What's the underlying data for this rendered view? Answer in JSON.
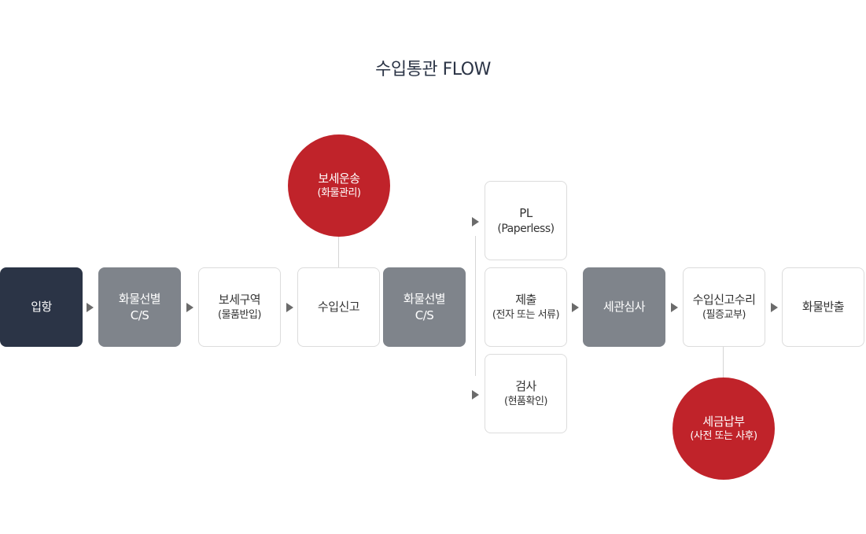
{
  "title": "수입통관 FLOW",
  "steps": {
    "arrival": "입항",
    "cargo_select_1": [
      "화물선별",
      "C/S"
    ],
    "bonded_area": [
      "보세구역",
      "(물품반입)"
    ],
    "import_declaration": "수입신고",
    "cargo_select_2": [
      "화물선별",
      "C/S"
    ],
    "pl": [
      "PL",
      "(Paperless)"
    ],
    "submit": [
      "제출",
      "(전자 또는 서류)"
    ],
    "inspection": [
      "검사",
      "(현품확인)"
    ],
    "customs_review": "세관심사",
    "acceptance": [
      "수입신고수리",
      "(필증교부)"
    ],
    "release": "화물반출"
  },
  "circles": {
    "bonded_transport": [
      "보세운송",
      "(화물관리)"
    ],
    "tax_payment": [
      "세금납부",
      "(사전 또는 사후)"
    ]
  },
  "colors": {
    "dark": "#2b3446",
    "gray": "#7f848b",
    "red": "#c0232a",
    "border": "#dcdcdc"
  }
}
